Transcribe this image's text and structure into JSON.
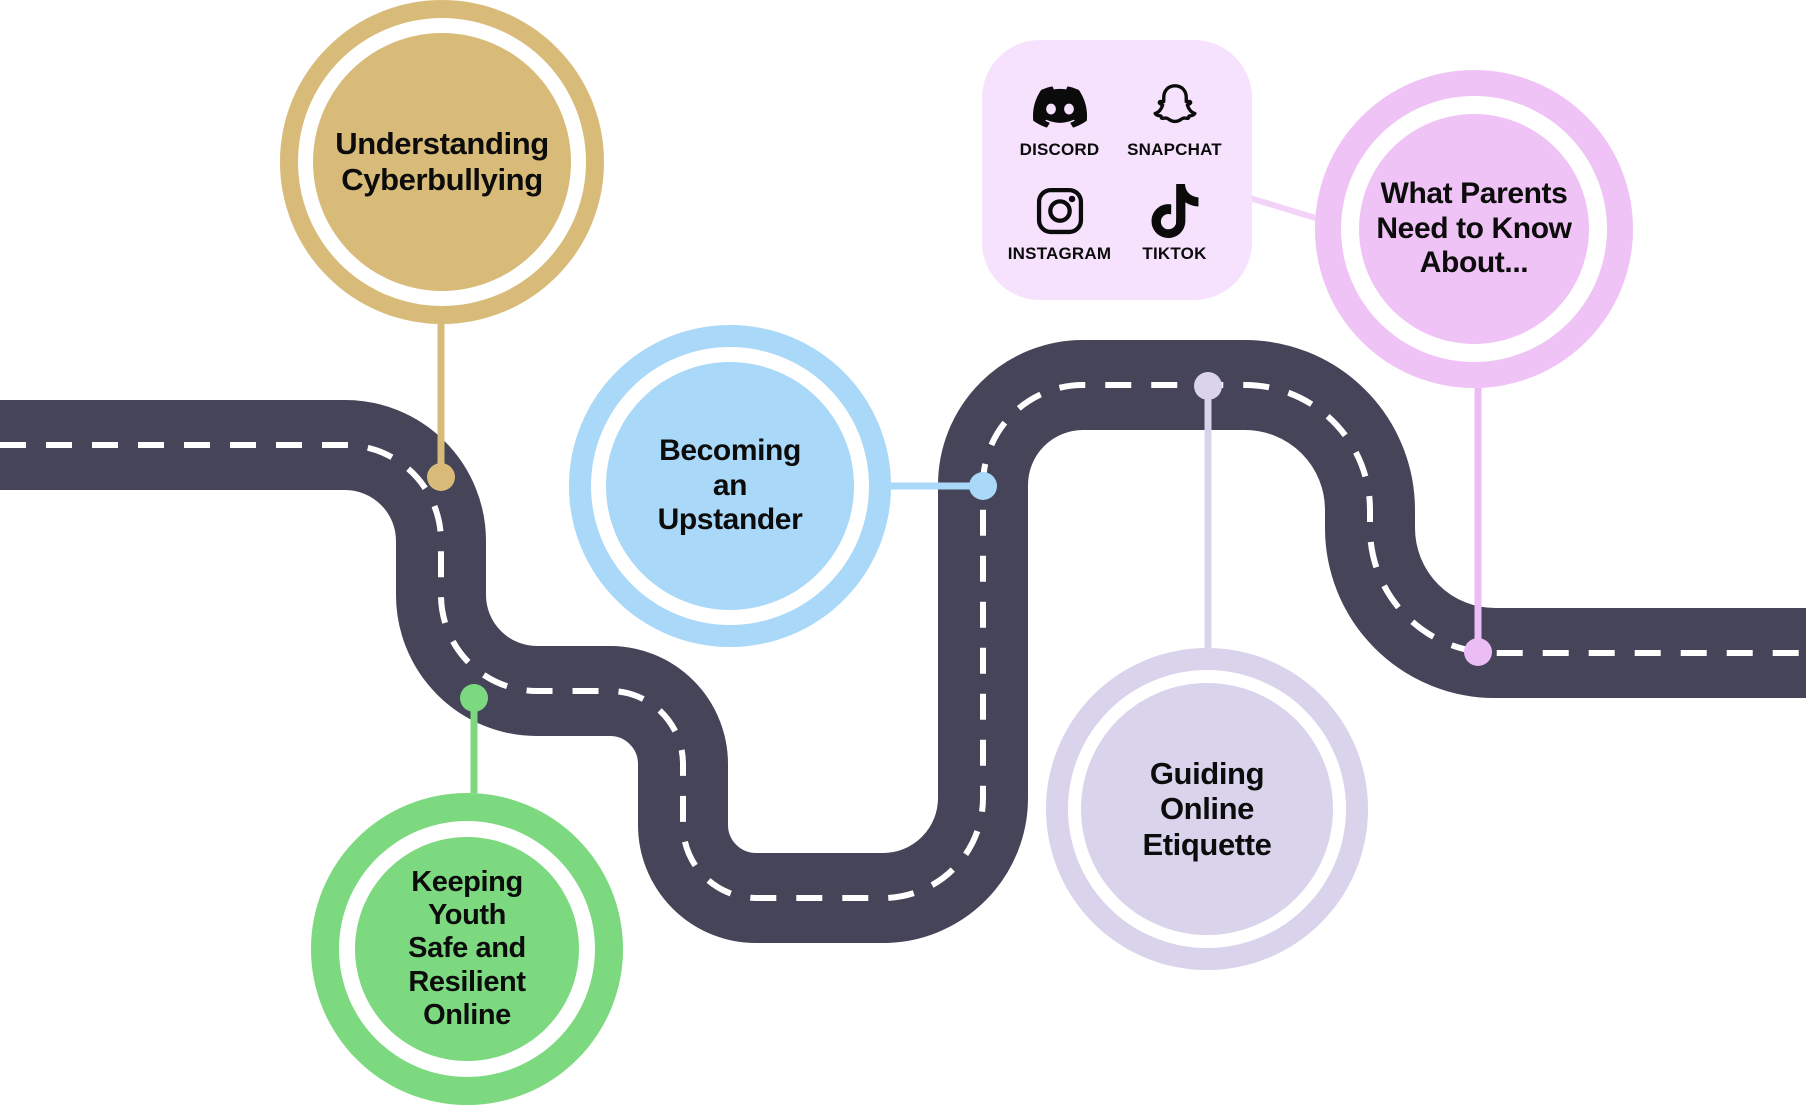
{
  "page": {
    "background": "#ffffff"
  },
  "road": {
    "color": "#454458",
    "centerline_color": "#ffffff"
  },
  "milestones": [
    {
      "id": "understanding-cyberbullying",
      "label": "Understanding\nCyberbullying",
      "color": "#D8BB79"
    },
    {
      "id": "becoming-an-upstander",
      "label": "Becoming\nan\nUpstander",
      "color": "#A9D8F8"
    },
    {
      "id": "keeping-youth-safe-and-resilient-online",
      "label": "Keeping\nYouth\nSafe and\nResilient\nOnline",
      "color": "#7CD97F"
    },
    {
      "id": "guiding-online-etiquette",
      "label": "Guiding\nOnline\nEtiquette",
      "color": "#D9D3EC"
    },
    {
      "id": "what-parents-need-to-know-about",
      "label": "What Parents\nNeed to Know\nAbout...",
      "color": "#EFC3F5"
    }
  ],
  "connectors": {
    "gold": "#D8BB79",
    "blue": "#A9D8F8",
    "green": "#7CD97F",
    "lavender": "#D9D3EC",
    "pink": "#ECBCF4",
    "card_link": "#F2D4F8"
  },
  "apps_card": {
    "background": "#F6E2FC",
    "items": [
      {
        "icon": "discord-icon",
        "label": "DISCORD"
      },
      {
        "icon": "snapchat-icon",
        "label": "SNAPCHAT"
      },
      {
        "icon": "instagram-icon",
        "label": "INSTAGRAM"
      },
      {
        "icon": "tiktok-icon",
        "label": "TIKTOK"
      }
    ]
  }
}
